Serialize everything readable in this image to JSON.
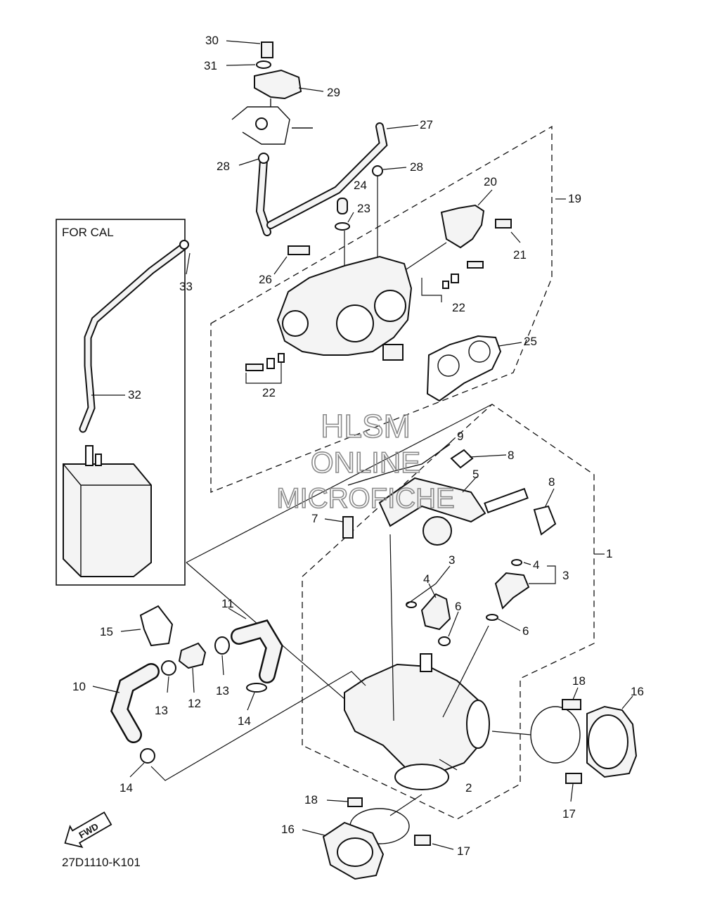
{
  "inset_label": "FOR CAL",
  "watermark": {
    "line1": "HLSM",
    "line2": "ONLINE",
    "line3": "MICROFICHE"
  },
  "fwd_label": "FWD",
  "diagram_code": "27D1110-K101",
  "callouts": {
    "c1": "1",
    "c2": "2",
    "c3a": "3",
    "c3b": "3",
    "c4a": "4",
    "c4b": "4",
    "c5": "5",
    "c6a": "6",
    "c6b": "6",
    "c7": "7",
    "c8a": "8",
    "c8b": "8",
    "c9": "9",
    "c10": "10",
    "c11": "11",
    "c12": "12",
    "c13a": "13",
    "c13b": "13",
    "c14a": "14",
    "c14b": "14",
    "c15": "15",
    "c16a": "16",
    "c16b": "16",
    "c17a": "17",
    "c17b": "17",
    "c18a": "18",
    "c18b": "18",
    "c19": "19",
    "c20": "20",
    "c21": "21",
    "c22a": "22",
    "c22b": "22",
    "c23": "23",
    "c24": "24",
    "c25": "25",
    "c26": "26",
    "c27": "27",
    "c28a": "28",
    "c28b": "28",
    "c29": "29",
    "c30": "30",
    "c31": "31",
    "c32": "32",
    "c33": "33"
  }
}
